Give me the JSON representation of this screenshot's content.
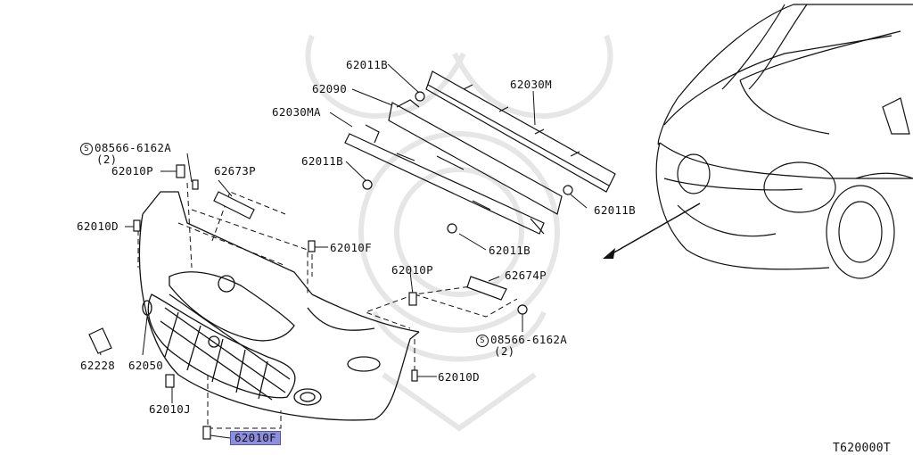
{
  "diagram_code": "T620000T",
  "parts": {
    "p62011B_top": "62011B",
    "p62090": "62090",
    "p62030M": "62030M",
    "p62030MA": "62030MA",
    "p62011B_left": "62011B",
    "p62011B_right": "62011B",
    "p62011B_bottom": "62011B",
    "s_symbol": "S",
    "p08566_a": "08566-6162A",
    "qty_a": "(2)",
    "p62010P_left": "62010P",
    "p62673P": "62673P",
    "p62010D_left": "62010D",
    "p62010F_mid": "62010F",
    "p62010P_right": "62010P",
    "p62674P": "62674P",
    "p08566_b": "08566-6162A",
    "qty_b": "(2)",
    "p62010D_right": "62010D",
    "p62228": "62228",
    "p62050": "62050",
    "p62010J": "62010J",
    "p62010F_bottom": "62010F"
  },
  "colors": {
    "line": "#111111",
    "watermark": "#e6e6e6",
    "highlight": "#8e8ee0"
  }
}
